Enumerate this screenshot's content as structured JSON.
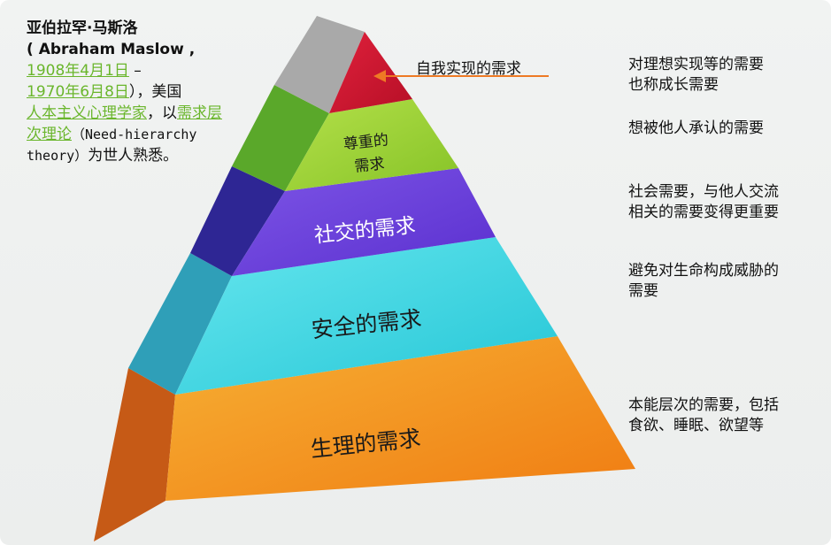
{
  "intro": {
    "name": "亚伯拉罕·马斯洛",
    "en_name": "( Abraham Maslow ,",
    "birth": "1908年4月1日",
    "dash": " –",
    "death": "1970年6月8日",
    "after_death": "），美国",
    "profession": "人本主义心理学家",
    "after_profession": "，以",
    "theory": "需求层次理论",
    "theory_en_open": "（Need-hierarchy theory）",
    "ending": "为世人熟悉。"
  },
  "levels": {
    "self_actualization": "自我实现的需求",
    "esteem_line1": "尊重的",
    "esteem_line2": "需求",
    "social": "社交的需求",
    "safety": "安全的需求",
    "physiological": "生理的需求"
  },
  "descriptions": {
    "self_actualization_l1": "对理想实现等的需要",
    "self_actualization_l2": "也称成长需要",
    "esteem": "想被他人承认的需要",
    "social_l1": "社会需要，与他人交流",
    "social_l2": "相关的需要变得更重要",
    "safety_l1": "避免对生命构成威胁的",
    "safety_l2": "需要",
    "physio_l1": "本能层次的需要，包括",
    "physio_l2": "食欲、睡眠、欲望等"
  },
  "colors": {
    "self_actualization": "#d4142c",
    "esteem": "#9acd32",
    "social": "#6a3fd8",
    "safety": "#3fd6e0",
    "physiological": "#f39a1e",
    "arrow": "#ee7a24",
    "link": "#6ab62c"
  }
}
